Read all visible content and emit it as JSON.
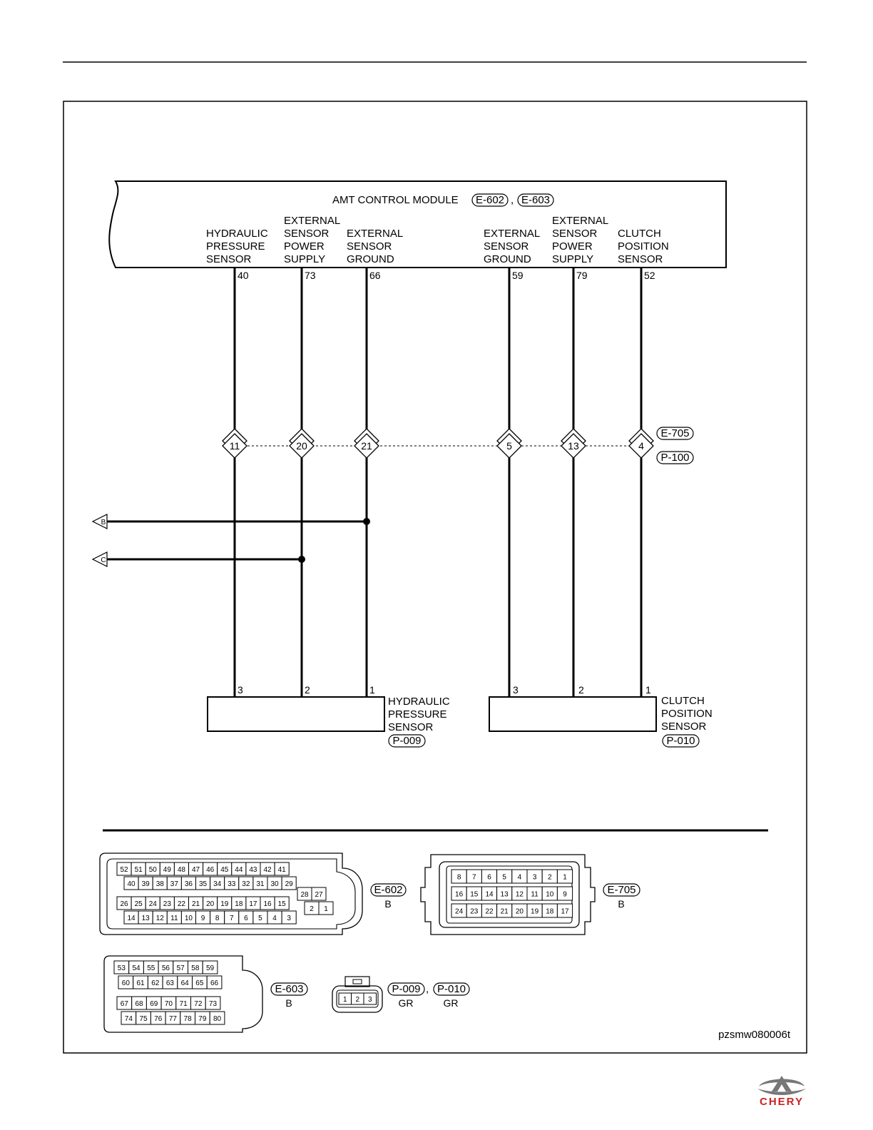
{
  "module": {
    "title": "AMT CONTROL MODULE",
    "connectors": [
      "E-602",
      "E-603"
    ],
    "separator": ",",
    "terminals": [
      {
        "function": [
          "HYDRAULIC",
          "PRESSURE",
          "SENSOR"
        ],
        "pin": "40"
      },
      {
        "function": [
          "EXTERNAL",
          "SENSOR",
          "POWER",
          "SUPPLY"
        ],
        "pin": "73"
      },
      {
        "function": [
          "EXTERNAL",
          "SENSOR",
          "GROUND"
        ],
        "pin": "66"
      },
      {
        "function": [
          "EXTERNAL",
          "SENSOR",
          "GROUND"
        ],
        "pin": "59"
      },
      {
        "function": [
          "EXTERNAL",
          "SENSOR",
          "POWER",
          "SUPPLY"
        ],
        "pin": "79"
      },
      {
        "function": [
          "CLUTCH",
          "POSITION",
          "SENSOR"
        ],
        "pin": "52"
      }
    ]
  },
  "inline_connector": {
    "ids": [
      "E-705",
      "P-100"
    ],
    "pins": [
      "11",
      "20",
      "21",
      "5",
      "13",
      "4"
    ]
  },
  "branches": [
    {
      "label": "B"
    },
    {
      "label": "C"
    }
  ],
  "components": [
    {
      "name": [
        "HYDRAULIC",
        "PRESSURE",
        "SENSOR"
      ],
      "connector": "P-009",
      "pins": [
        "3",
        "2",
        "1"
      ]
    },
    {
      "name": [
        "CLUTCH",
        "POSITION",
        "SENSOR"
      ],
      "connector": "P-010",
      "pins": [
        "3",
        "2",
        "1"
      ]
    }
  ],
  "connector_views": {
    "e602": {
      "id": "E-602",
      "color": "B",
      "rows": [
        [
          "52",
          "51",
          "50",
          "49",
          "48",
          "47",
          "46",
          "45",
          "44",
          "43",
          "42",
          "41"
        ],
        [
          "40",
          "39",
          "38",
          "37",
          "36",
          "35",
          "34",
          "33",
          "32",
          "31",
          "30",
          "29"
        ],
        [
          "26",
          "25",
          "24",
          "23",
          "22",
          "21",
          "20",
          "19",
          "18",
          "17",
          "16",
          "15"
        ],
        [
          "14",
          "13",
          "12",
          "11",
          "10",
          "9",
          "8",
          "7",
          "6",
          "5",
          "4",
          "3"
        ]
      ],
      "side_rows": [
        [
          "28",
          "27"
        ],
        [
          "2",
          "1"
        ]
      ]
    },
    "e705": {
      "id": "E-705",
      "color": "B",
      "rows": [
        [
          "8",
          "7",
          "6",
          "5",
          "4",
          "3",
          "2",
          "1"
        ],
        [
          "16",
          "15",
          "14",
          "13",
          "12",
          "11",
          "10",
          "9"
        ],
        [
          "24",
          "23",
          "22",
          "21",
          "20",
          "19",
          "18",
          "17"
        ]
      ]
    },
    "e603": {
      "id": "E-603",
      "color": "B",
      "rows": [
        [
          "53",
          "54",
          "55",
          "56",
          "57",
          "58",
          "59"
        ],
        [
          "60",
          "61",
          "62",
          "63",
          "64",
          "65",
          "66"
        ],
        [
          "67",
          "68",
          "69",
          "70",
          "71",
          "72",
          "73"
        ],
        [
          "74",
          "75",
          "76",
          "77",
          "78",
          "79",
          "80"
        ]
      ]
    },
    "p009_p010": {
      "ids": [
        "P-009",
        "P-010"
      ],
      "separator": ",",
      "colors": [
        "GR",
        "GR"
      ],
      "pins": [
        "1",
        "2",
        "3"
      ]
    }
  },
  "figure_code": "pzsmw080006t",
  "brand": "CHERY",
  "colors": {
    "line": "#000000",
    "brand": "#cc2222",
    "logo": "#777777"
  }
}
